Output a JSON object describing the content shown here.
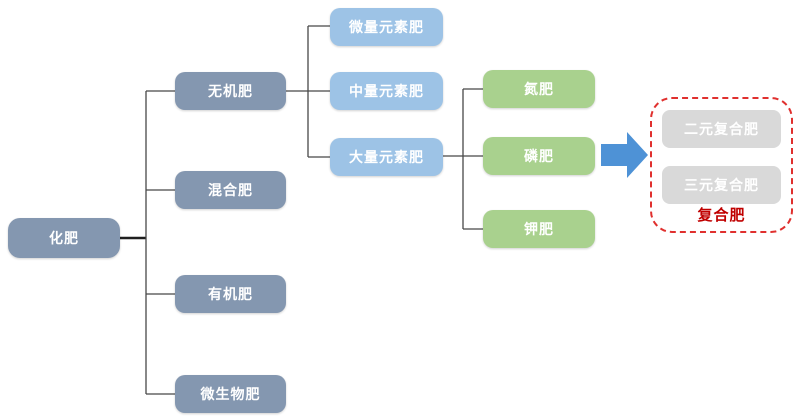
{
  "diagram": {
    "tree": {
      "label": "化肥",
      "children": [
        {
          "label": "无机肥",
          "children": [
            {
              "label": "微量元素肥"
            },
            {
              "label": "中量元素肥"
            },
            {
              "label": "大量元素肥",
              "children": [
                {
                  "label": "氮肥"
                },
                {
                  "label": "磷肥"
                },
                {
                  "label": "钾肥"
                }
              ]
            }
          ]
        },
        {
          "label": "混合肥"
        },
        {
          "label": "有机肥"
        },
        {
          "label": "微生物肥"
        }
      ]
    },
    "compound_group": {
      "items": [
        {
          "label": "二元复合肥"
        },
        {
          "label": "三元复合肥"
        }
      ],
      "caption": "复合肥"
    },
    "colors": {
      "root_level2_fill": "#8497B0",
      "level3_fill": "#9DC3E6",
      "level4_fill": "#A9D18E",
      "arrow_fill": "#4E92D6",
      "compound_box_fill": "#D9D9D9",
      "compound_border_red": "#E0302E",
      "caption_red": "#C00000",
      "connector_line": "#484848",
      "box_text": "#FFFFFF",
      "background": "#FFFFFF"
    }
  }
}
